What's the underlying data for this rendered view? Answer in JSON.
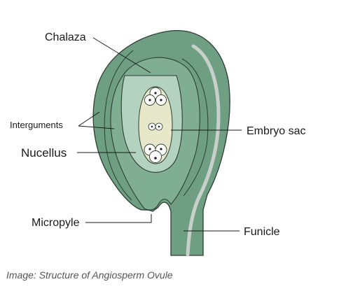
{
  "labels": {
    "chalaza": "Chalaza",
    "integuments": "Interguments",
    "nucellus": "Nucellus",
    "embryo_sac": "Embryo sac",
    "micropyle": "Micropyle",
    "funicle": "Funicle"
  },
  "caption": "Image: Structure of Angiosperm Ovule",
  "colors": {
    "outer_integument": "#6f9f83",
    "inner_integument": "#7fae92",
    "nucellus": "#b3d2bf",
    "embryo_sac": "#e6e8c9",
    "outline": "#2d3d33",
    "vascular_strand": "#c9cfcb",
    "label_lines": "#1a1a1a"
  }
}
